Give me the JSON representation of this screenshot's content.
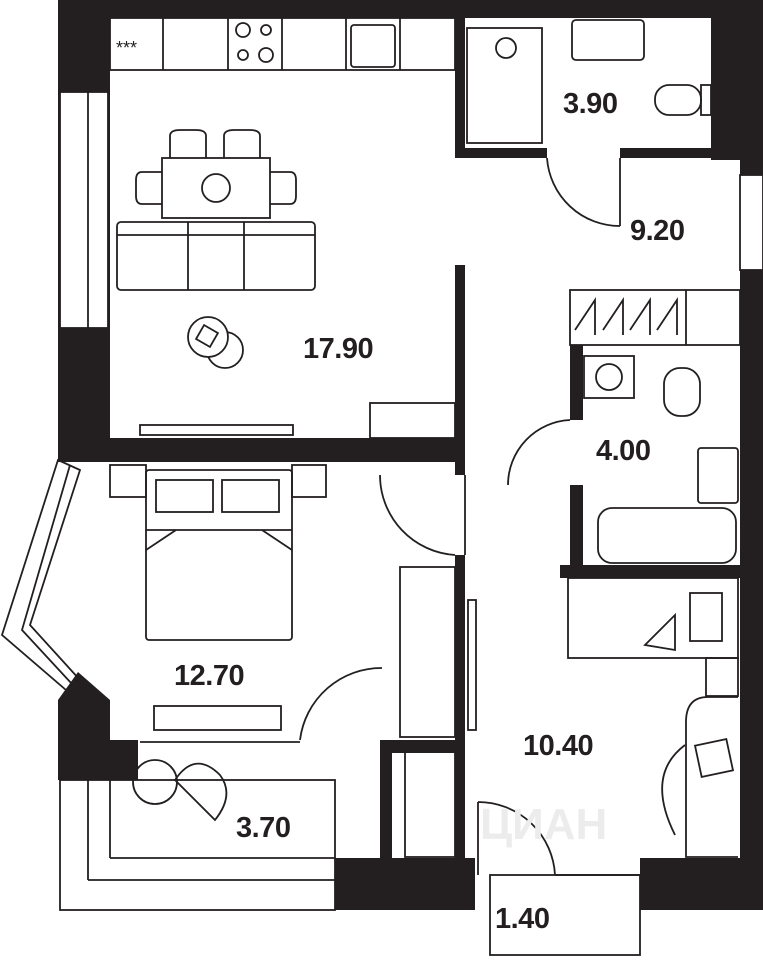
{
  "plan": {
    "rooms": [
      {
        "id": "living-kitchen",
        "area": "17.90"
      },
      {
        "id": "bathroom-1",
        "area": "3.90"
      },
      {
        "id": "hallway",
        "area": "9.20"
      },
      {
        "id": "bathroom-2",
        "area": "4.00"
      },
      {
        "id": "bedroom",
        "area": "12.70"
      },
      {
        "id": "loggia",
        "area": "3.70"
      },
      {
        "id": "room-2",
        "area": "10.40"
      },
      {
        "id": "balcony",
        "area": "1.40"
      }
    ],
    "watermark": "ЦИАН",
    "colors": {
      "wall": "#231f20",
      "background": "#ffffff"
    }
  }
}
